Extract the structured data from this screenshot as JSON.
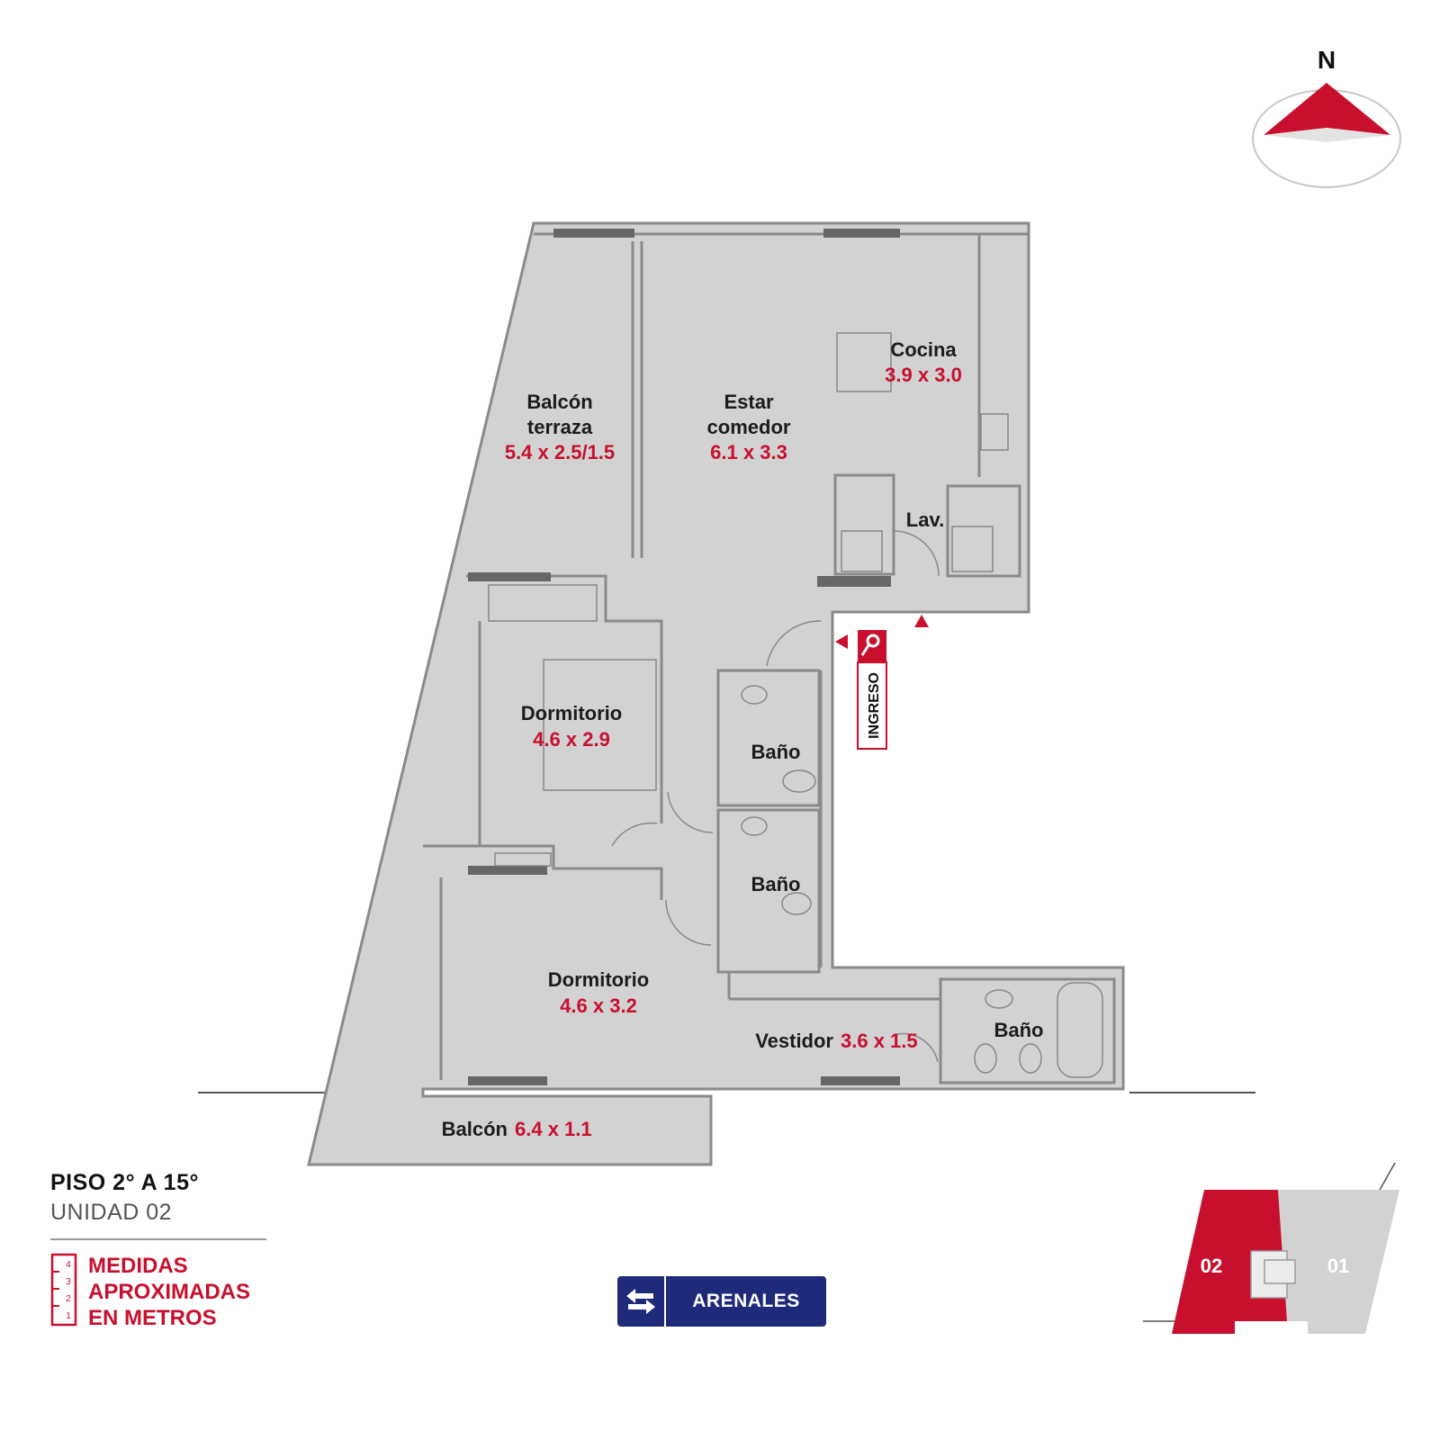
{
  "compass": {
    "label": "N"
  },
  "entry": {
    "label": "INGRESO"
  },
  "rooms": {
    "balcon_terraza": {
      "name1": "Balcón",
      "name2": "terraza",
      "dims": "5.4 x 2.5/1.5"
    },
    "estar_comedor": {
      "name1": "Estar",
      "name2": "comedor",
      "dims": "6.1 x 3.3"
    },
    "cocina": {
      "name": "Cocina",
      "dims": "3.9 x 3.0"
    },
    "lav": {
      "name": "Lav."
    },
    "dormitorio_1": {
      "name": "Dormitorio",
      "dims": "4.6 x 2.9"
    },
    "dormitorio_2": {
      "name": "Dormitorio",
      "dims": "4.6 x 3.2"
    },
    "bano_1": {
      "name": "Baño"
    },
    "bano_2": {
      "name": "Baño"
    },
    "bano_3": {
      "name": "Baño"
    },
    "vestidor": {
      "name": "Vestidor",
      "dims": "3.6 x 1.5"
    },
    "balcon": {
      "name": "Balcón",
      "dims": "6.4 x 1.1"
    }
  },
  "info": {
    "floor": "PISO 2° A 15°",
    "unit": "UNIDAD 02",
    "measure_line1": "MEDIDAS",
    "measure_line2": "APROXIMADAS",
    "measure_line3": "EN METROS",
    "ruler_ticks": [
      "4",
      "3",
      "2",
      "1"
    ]
  },
  "street": {
    "name": "ARENALES"
  },
  "keyplan": {
    "unit_selected": "02",
    "unit_other": "01"
  },
  "colors": {
    "accent": "#c8102e",
    "plan_fill": "#d2d2d2",
    "wall": "#8a8a8a",
    "street_bg": "#1f2a7a"
  },
  "icons": [
    "north-arrow-icon",
    "key-icon",
    "ruler-icon",
    "two-way-arrows-icon",
    "entry-arrow-icon"
  ]
}
